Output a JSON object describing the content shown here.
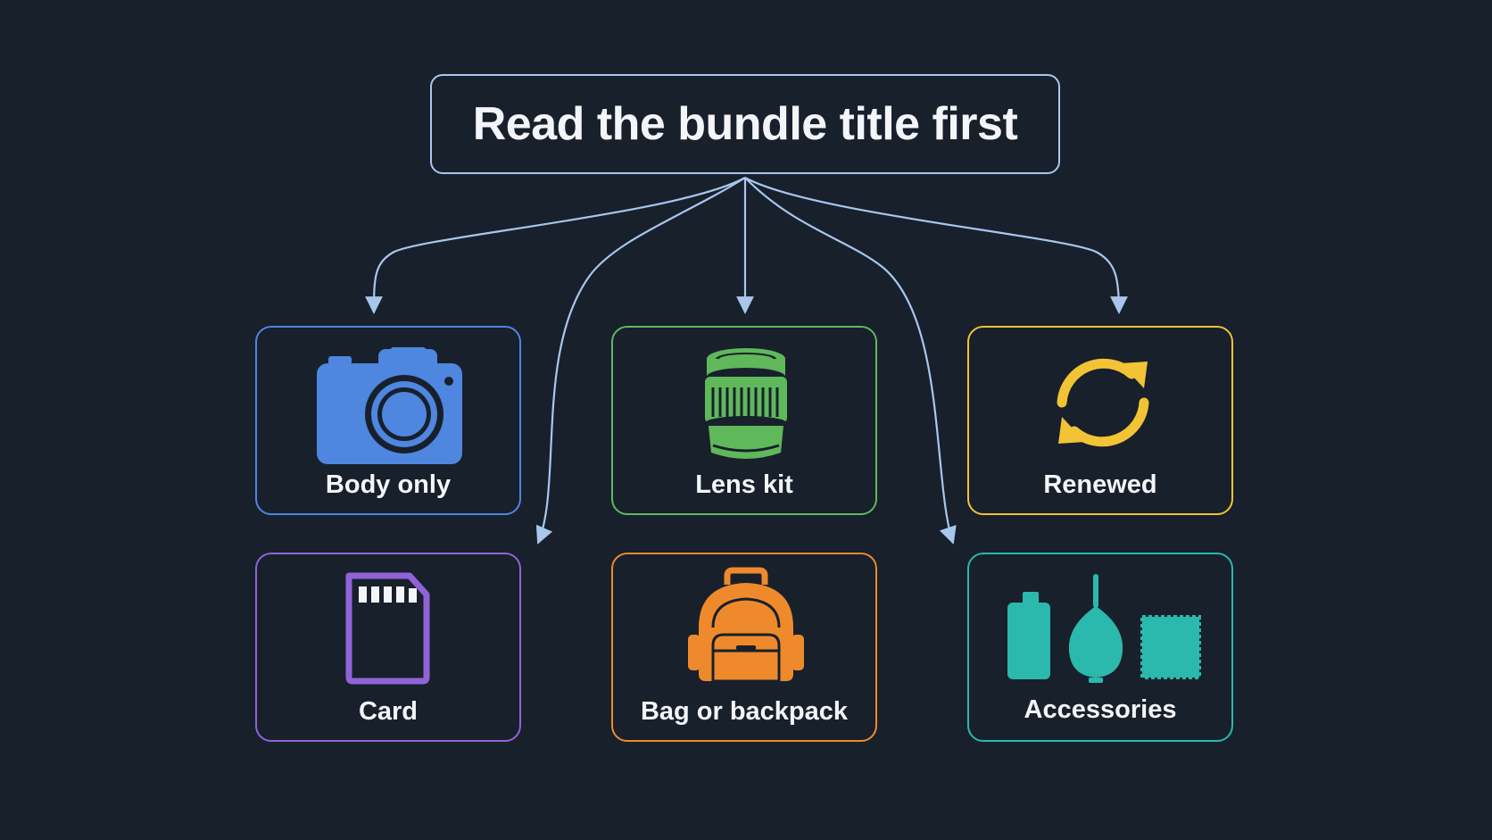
{
  "title": "Read the bundle title first",
  "categories": [
    {
      "label": "Body only",
      "icon": "camera-icon",
      "color": "#4e86e0"
    },
    {
      "label": "Lens kit",
      "icon": "lens-icon",
      "color": "#5fb85a"
    },
    {
      "label": "Renewed",
      "icon": "refresh-icon",
      "color": "#f2c335"
    },
    {
      "label": "Card",
      "icon": "sd-card-icon",
      "color": "#9063d8"
    },
    {
      "label": "Bag or backpack",
      "icon": "backpack-icon",
      "color": "#ef8a2c"
    },
    {
      "label": "Accessories",
      "icon": "accessories-icon",
      "color": "#2bb8ad"
    }
  ],
  "colors": {
    "background": "#18202c",
    "connector": "#a9c6ec",
    "text": "#f3f5f8"
  }
}
